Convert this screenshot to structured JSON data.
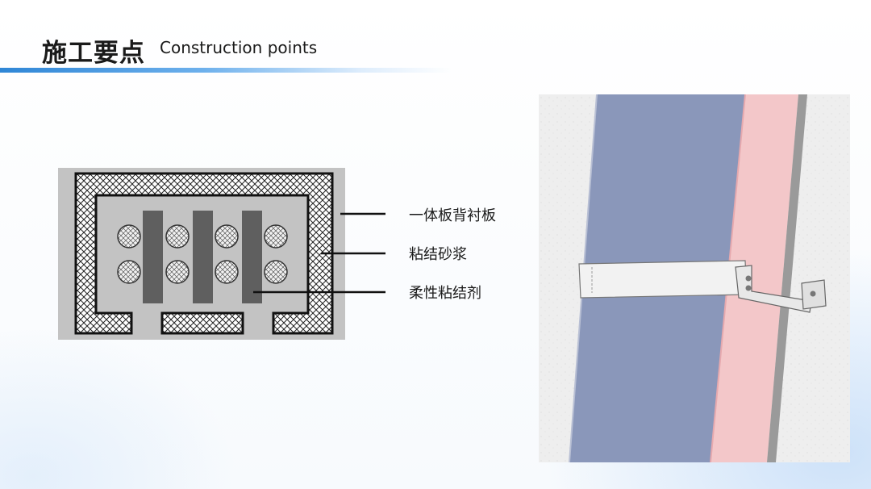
{
  "header": {
    "title_zh": "施工要点",
    "title_en": "Construction points"
  },
  "diagram": {
    "labels": [
      {
        "id": "backing-board",
        "text": "一体板背衬板"
      },
      {
        "id": "bonding-mortar",
        "text": "粘结砂浆"
      },
      {
        "id": "flexible-adhesive",
        "text": "柔性粘结剂"
      }
    ]
  },
  "colors": {
    "accent": "#2f86d6",
    "board_gray": "#c3c3c3",
    "bar_dark": "#5f5f5f",
    "panel_blue": "#8a97ba",
    "panel_pink": "#f3c7c9"
  }
}
